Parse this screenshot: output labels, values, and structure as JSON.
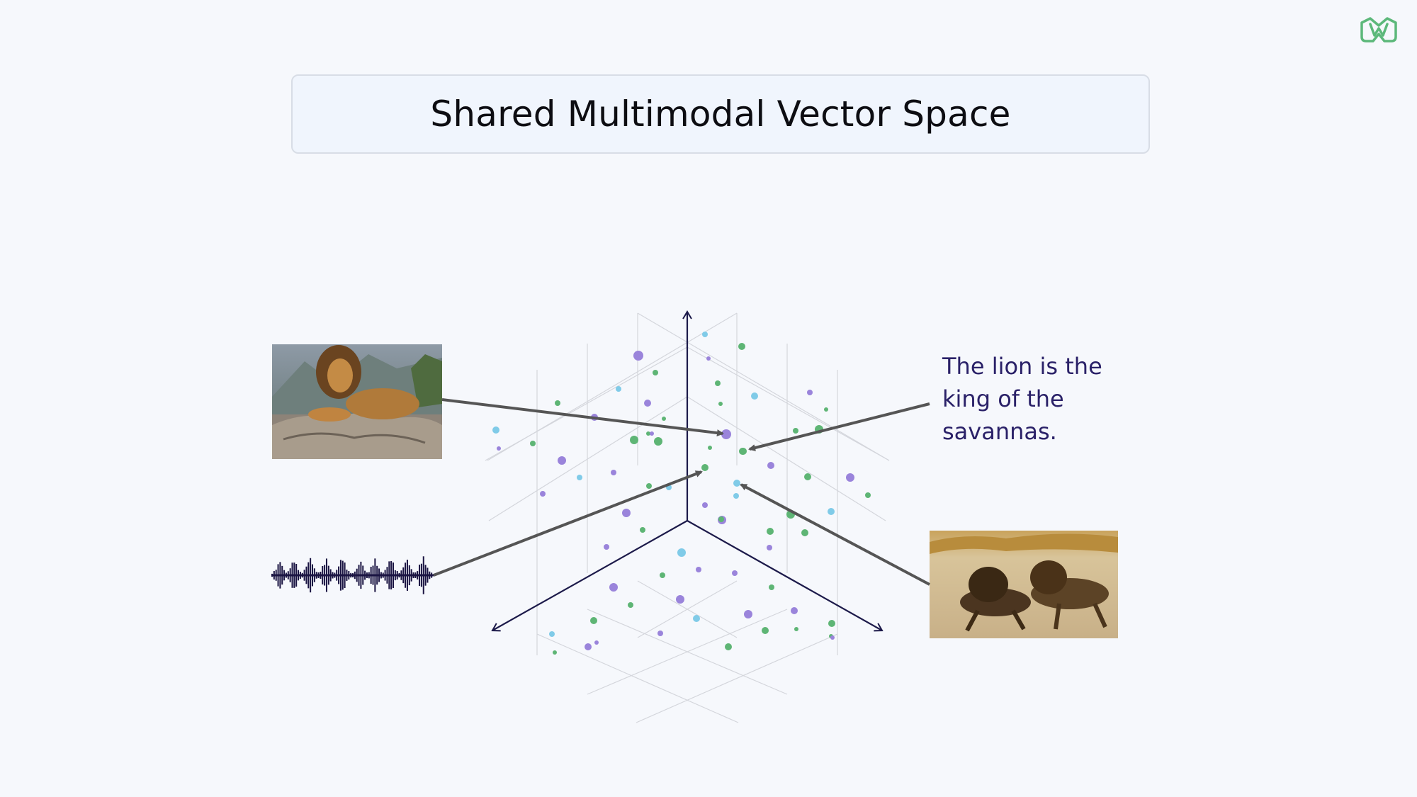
{
  "title": "Shared Multimodal Vector Space",
  "caption": "The lion is the king of the savannas.",
  "icons": {
    "logo": "brand-logo-icon",
    "waveform": "audio-waveform-icon",
    "lion_photo": "lion-on-rock-image",
    "lions_running": "running-lions-image"
  },
  "colors": {
    "background": "#f6f8fc",
    "title_fill": "#f0f5fd",
    "axis": "#1c1a4a",
    "arrow": "#555555",
    "caption_text": "#2a2168",
    "dot_purple": "#9a84db",
    "dot_green": "#5eb575",
    "dot_cyan": "#80cbe8",
    "logo_green": "#5cb87a"
  }
}
